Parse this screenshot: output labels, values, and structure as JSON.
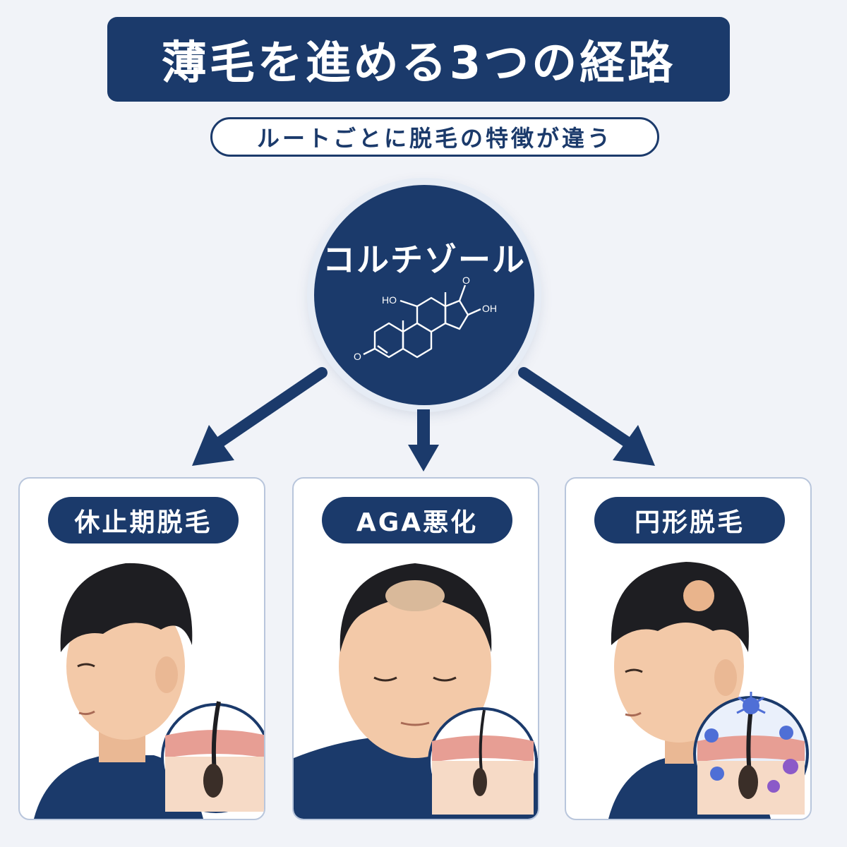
{
  "header": {
    "title": "薄毛を進める3つの経路",
    "subtitle": "ルートごとに脱毛の特徴が違う"
  },
  "hub": {
    "label": "コルチゾール",
    "molecule_labels": {
      "ho": "HO",
      "oh": "OH",
      "o_top": "O",
      "o_left": "O"
    }
  },
  "routes": [
    {
      "label": "休止期脱毛",
      "illustration": "side-profile-with-follicle"
    },
    {
      "label": "AGA悪化",
      "illustration": "crown-thinning-with-follicle"
    },
    {
      "label": "円形脱毛",
      "illustration": "patch-loss-with-immune-cells"
    }
  ],
  "colors": {
    "navy": "#1b3a6b",
    "background": "#f1f3f8",
    "card_border": "#b9c6dc",
    "skin": "#f3c9a8",
    "hair": "#1e1e22",
    "immune_cell": "#4f6fd6"
  }
}
